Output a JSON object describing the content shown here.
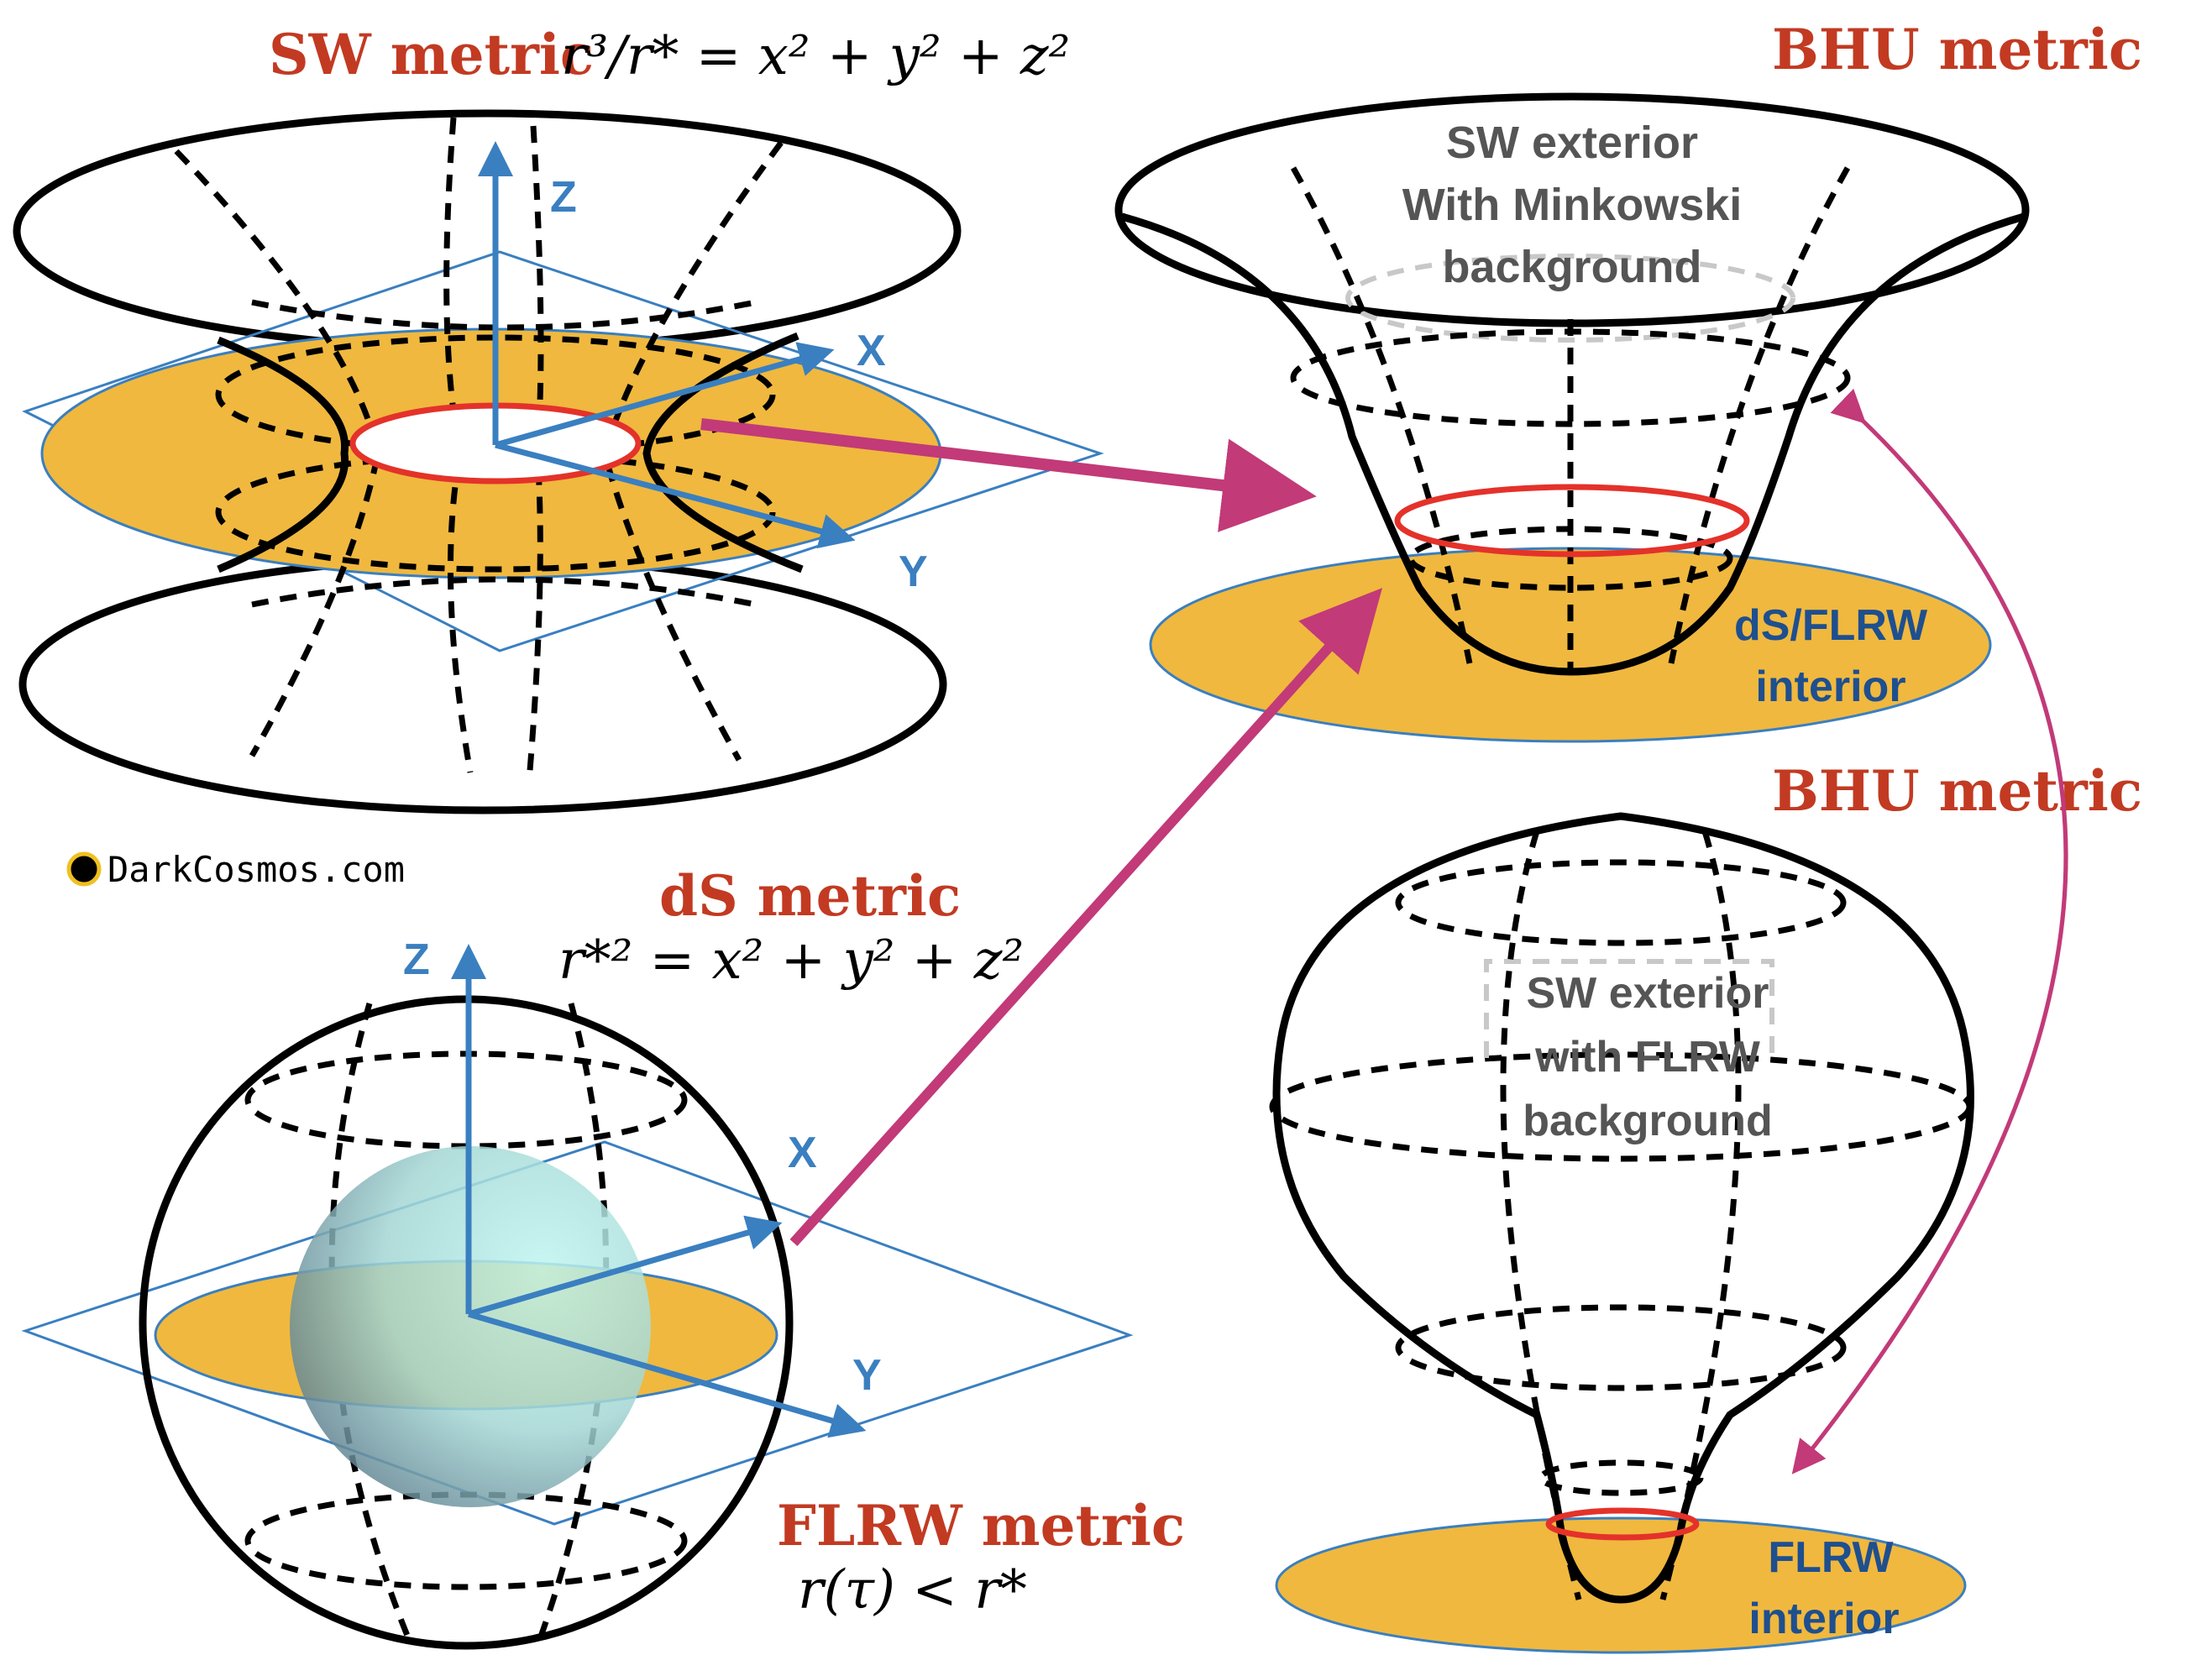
{
  "panels": {
    "sw": {
      "title": "SW metric",
      "equation": "r³/r* = x² + y² + z²",
      "axes": {
        "z": "Z",
        "x": "X",
        "y": "Y"
      }
    },
    "ds": {
      "title": "dS metric",
      "equation": "r*² = x² + y² + z²",
      "axes": {
        "z": "Z",
        "x": "X",
        "y": "Y"
      }
    },
    "flrw": {
      "title": "FLRW metric",
      "equation": "r(τ) < r*"
    },
    "bhu_top": {
      "title": "BHU metric",
      "exterior_lines": [
        "SW  exterior",
        "With Minkowski",
        "background"
      ],
      "interior_lines": [
        "dS/FLRW",
        "interior"
      ]
    },
    "bhu_bottom": {
      "title": "BHU metric",
      "exterior_lines": [
        "SW exterior",
        "with FLRW",
        "background"
      ],
      "interior_lines": [
        "FLRW",
        "interior"
      ]
    }
  },
  "credit": {
    "logo_icon": "black-dot-icon",
    "text": "DarkCosmos.com"
  },
  "colors": {
    "title_red": "#c23a22",
    "axis_blue": "#3a7fc0",
    "disk_orange": "#f0b83e",
    "ring_red": "#e4322a",
    "arrow_magenta": "#c23a78",
    "interior_blue": "#1e4f8f"
  }
}
